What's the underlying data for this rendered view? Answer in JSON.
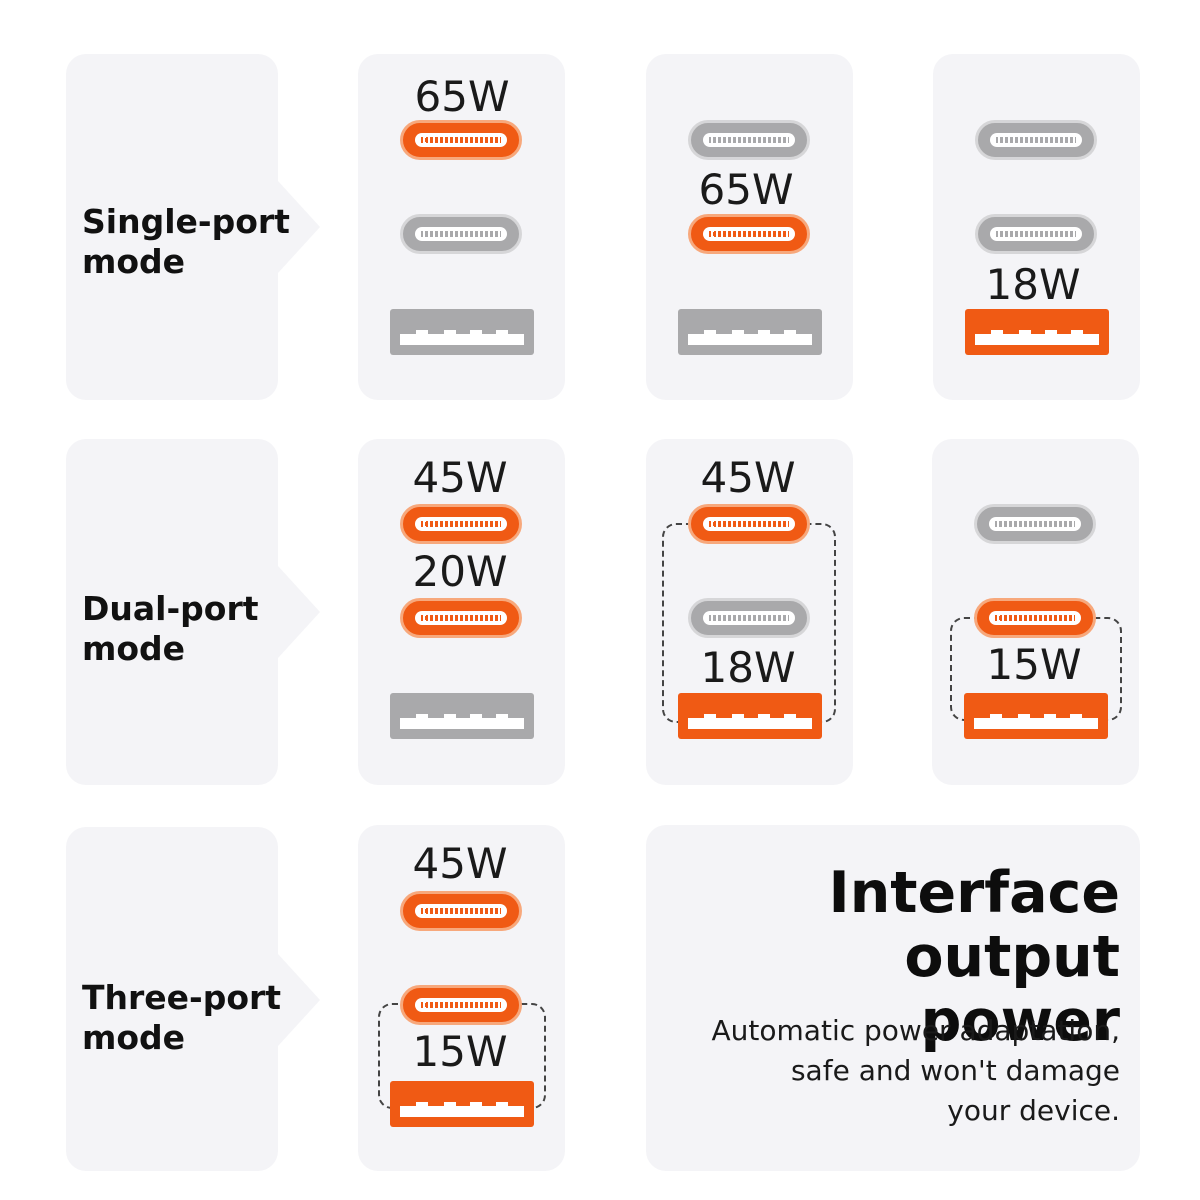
{
  "colors": {
    "active": "#f05a14",
    "inactive": "#a9a9ab",
    "panel": "#f4f4f7"
  },
  "icons": {
    "usb_c_port": "usb-c-port-icon",
    "usb_a_port": "usb-a-port-icon"
  },
  "modes": {
    "single": {
      "line1": "Single-port",
      "line2": "mode"
    },
    "dual": {
      "line1": "Dual-port",
      "line2": "mode"
    },
    "three": {
      "line1": "Three-port",
      "line2": "mode"
    }
  },
  "single": {
    "c1": {
      "watt": "65W"
    },
    "c2": {
      "watt": "65W"
    },
    "a": {
      "watt": "18W"
    }
  },
  "dual": {
    "c1c2": {
      "watt_c1": "45W",
      "watt_c2": "20W"
    },
    "c1a": {
      "watt_c1": "45W",
      "watt_shared": "18W"
    },
    "c2a": {
      "watt_shared": "15W"
    }
  },
  "three": {
    "watt_c1": "45W",
    "watt_shared": "15W"
  },
  "info": {
    "title_line1": "Interface output",
    "title_line2": "power",
    "desc_line1": "Automatic power adaptation,",
    "desc_line2": "safe and won't damage",
    "desc_line3": "your device."
  }
}
